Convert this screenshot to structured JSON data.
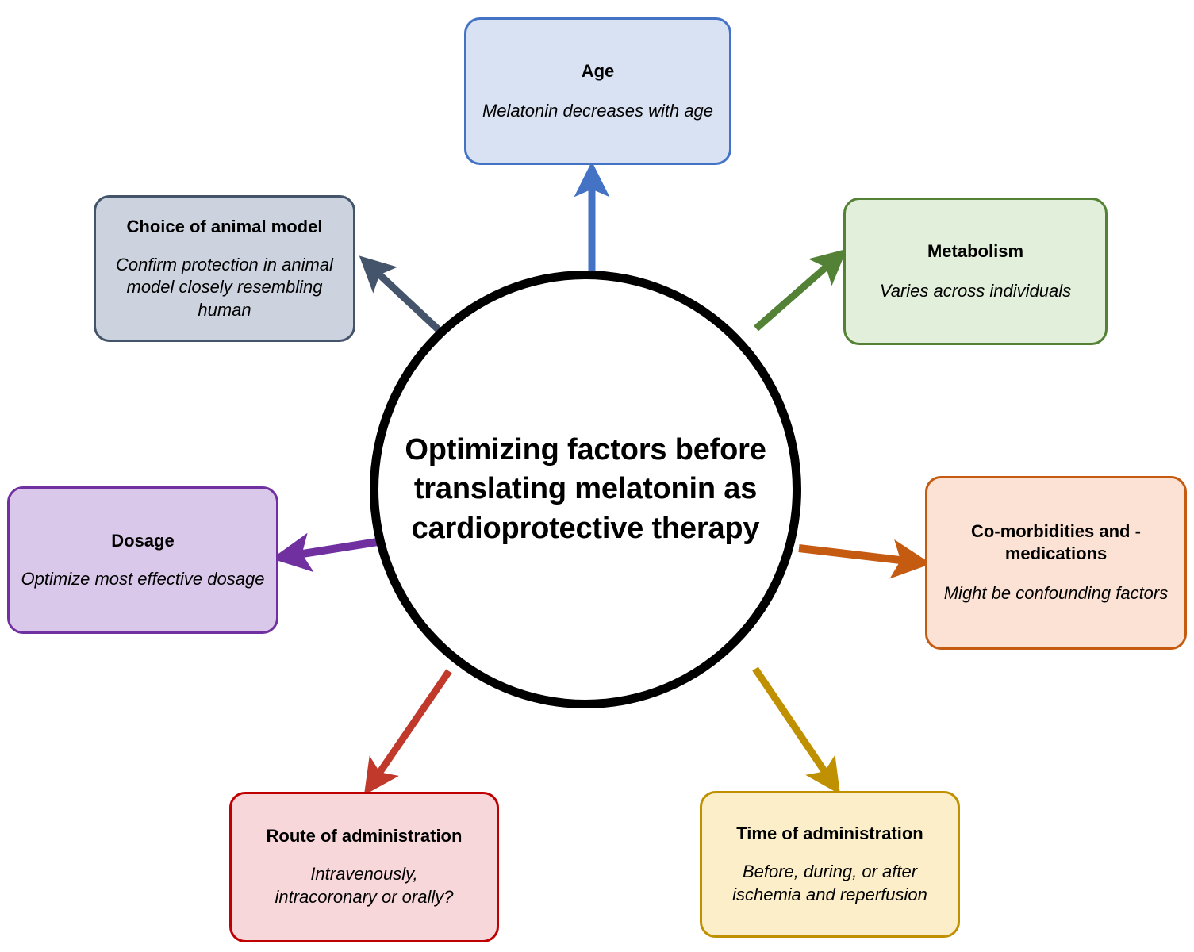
{
  "diagram": {
    "title": "Optimizing factors before translating melatonin as cardioprotective therapy",
    "center": {
      "label": "Optimizing factors before translating melatonin as cardioprotective therapy",
      "fill": "#ffffff",
      "border": "#000000"
    },
    "nodes": [
      {
        "id": "age",
        "title": "Age",
        "description": "Melatonin decreases with age",
        "fill": "#d9e2f3",
        "border": "#4472c4",
        "arrow_color": "#4472c4",
        "position": "top"
      },
      {
        "id": "animal-model",
        "title": "Choice of animal model",
        "description": "Confirm protection in animal model closely resembling human",
        "fill": "#ccd3de",
        "border": "#44546a",
        "arrow_color": "#44546a",
        "position": "top-left"
      },
      {
        "id": "metabolism",
        "title": "Metabolism",
        "description": "Varies across individuals",
        "fill": "#e2efda",
        "border": "#538135",
        "arrow_color": "#538135",
        "position": "top-right"
      },
      {
        "id": "comorbidities",
        "title": "Co-morbidities and -\nmedications",
        "description": "Might be confounding factors",
        "fill": "#fbe2d5",
        "border": "#c55a11",
        "arrow_color": "#c55a11",
        "position": "right"
      },
      {
        "id": "time",
        "title": "Time of administration",
        "description": "Before, during, or after ischemia and reperfusion",
        "fill": "#fbeec8",
        "border": "#bf9000",
        "arrow_color": "#bf9000",
        "position": "bottom-right"
      },
      {
        "id": "route",
        "title": "Route of administration",
        "description": "Intravenously,\nintracoronary  or orally?",
        "fill": "#f8d7da",
        "border": "#c00000",
        "arrow_color": "#c0392b",
        "position": "bottom-left"
      },
      {
        "id": "dosage",
        "title": "Dosage",
        "description": "Optimize most effective dosage",
        "fill": "#d9c8e9",
        "border": "#7030a0",
        "arrow_color": "#7030a0",
        "position": "left"
      }
    ]
  }
}
